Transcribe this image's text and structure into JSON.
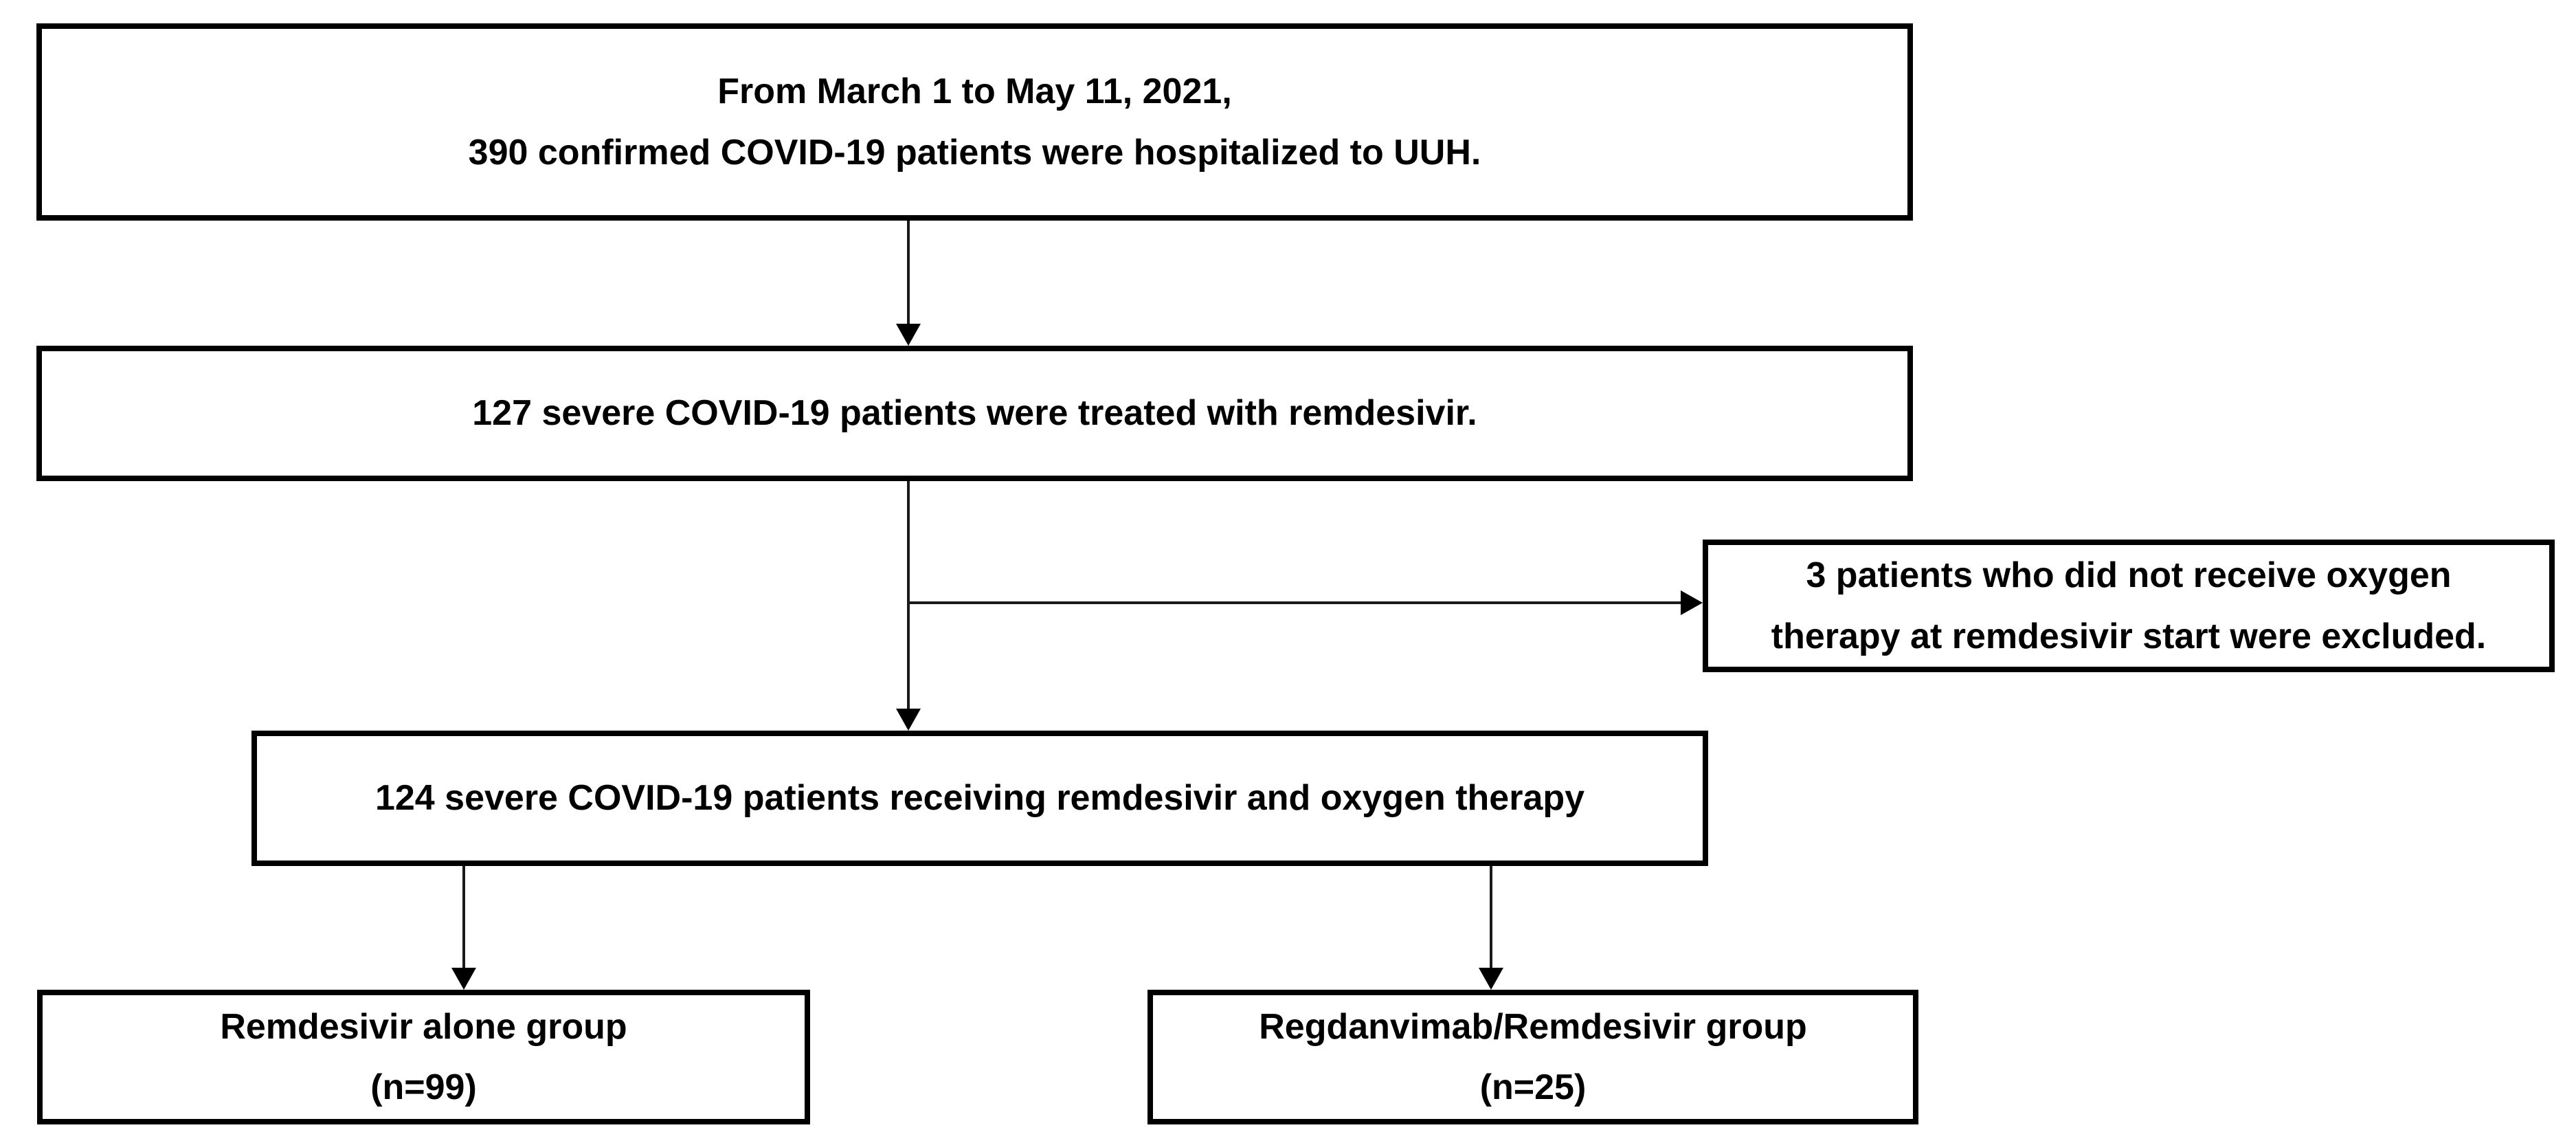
{
  "figure": {
    "background_color": "#ffffff",
    "border_color": "#000000",
    "text_color": "#000000",
    "boxes": {
      "hospitalized": {
        "lines": [
          "From March 1 to May 11, 2021,",
          "390 confirmed COVID-19 patients were hospitalized to UUH."
        ]
      },
      "treated": {
        "lines": [
          "127 severe COVID-19 patients were treated with remdesivir."
        ]
      },
      "excluded": {
        "lines": [
          "3 patients who did not receive oxygen",
          "therapy at remdesivir start were excluded."
        ]
      },
      "oxygen": {
        "lines": [
          "124 severe COVID-19 patients receiving remdesivir and oxygen therapy"
        ]
      },
      "remdesivir_alone": {
        "lines": [
          "Remdesivir alone group",
          "(n=99)"
        ]
      },
      "regdanvimab_remdesivir": {
        "lines": [
          "Regdanvimab/Remdesivir group",
          "(n=25)"
        ]
      }
    }
  }
}
